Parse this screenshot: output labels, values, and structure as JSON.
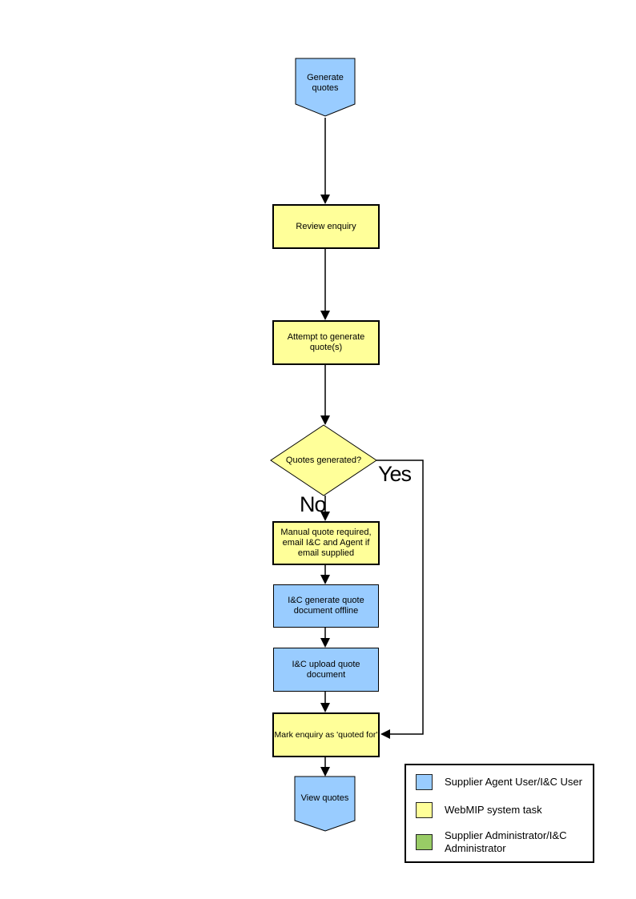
{
  "palette": {
    "actor_blue": "#99CCFF",
    "system_yellow": "#FFFF99",
    "admin_green": "#99CC66",
    "outline": "#000000"
  },
  "nodes": {
    "start": {
      "label": "Generate quotes"
    },
    "review_enquiry": {
      "label": "Review enquiry"
    },
    "attempt_generate": {
      "label": "Attempt to generate quote(s)"
    },
    "quotes_generated": {
      "label": "Quotes generated?"
    },
    "manual_quote": {
      "label": "Manual quote required, email I&C and Agent if email supplied"
    },
    "generate_offline": {
      "label": "I&C generate quote document offline"
    },
    "upload_document": {
      "label": "I&C upload quote document"
    },
    "mark_quoted": {
      "label": "Mark enquiry as 'quoted for'"
    },
    "view_quotes": {
      "label": "View quotes"
    }
  },
  "branch_labels": {
    "yes": "Yes",
    "no": "No"
  },
  "legend": {
    "items": [
      {
        "label": "Supplier Agent User/I&C User",
        "color": "#99CCFF"
      },
      {
        "label": "WebMIP system task",
        "color": "#FFFF99"
      },
      {
        "label": "Supplier Administrator/I&C Administrator",
        "color": "#99CC66"
      }
    ]
  }
}
